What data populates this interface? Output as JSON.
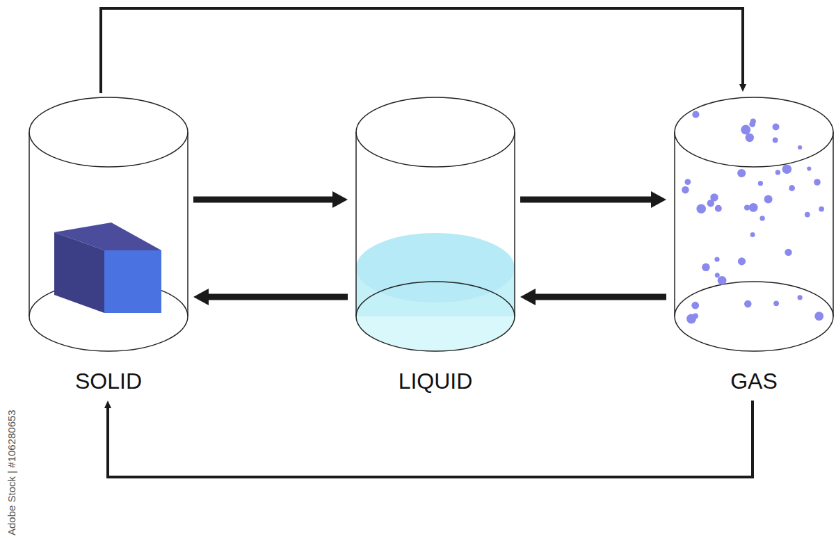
{
  "diagram": {
    "nodes": [
      {
        "text": [
          "SOLID"
        ]
      },
      {
        "text": [
          "LIQUID"
        ]
      },
      {
        "text": [
          "GAS"
        ]
      }
    ],
    "edges": [
      {
        "from": 0,
        "to": 1,
        "arrow": "to"
      },
      {
        "from": 1,
        "to": 2,
        "arrow": "to"
      },
      {
        "from": 1,
        "to": 0,
        "arrow": "to"
      },
      {
        "from": 2,
        "to": 1,
        "arrow": "to"
      },
      {
        "from": 0,
        "to": 2,
        "arrow": "to"
      },
      {
        "from": 2,
        "to": 0,
        "arrow": "to"
      }
    ],
    "labels": [
      "Adobe Stock | #106280653"
    ]
  }
}
